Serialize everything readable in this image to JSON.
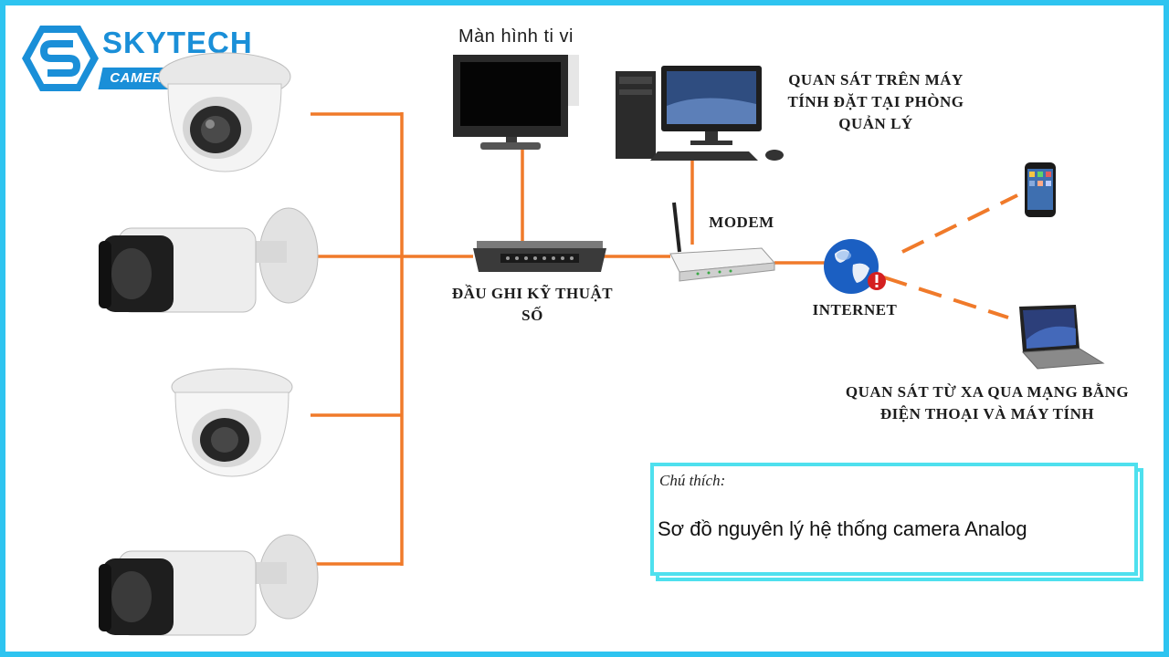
{
  "brand": {
    "name": "SKYTECH",
    "suffix": "KY",
    "website": "CAMERA24H.NET.VN"
  },
  "labels": {
    "tv": "Màn hình ti vi",
    "computer": [
      "QUAN SÁT TRÊN MÁY",
      "TÍNH ĐẶT TẠI PHÒNG",
      "QUẢN LÝ"
    ],
    "modem": "MODEM",
    "dvr": [
      "ĐẦU GHI KỸ THUẬT",
      "SỐ"
    ],
    "internet": "INTERNET",
    "remote": [
      "QUAN SÁT TỪ XA QUA MẠNG BẰNG",
      "ĐIỆN THOẠI VÀ MÁY TÍNH"
    ]
  },
  "legend": {
    "caption": "Chú thích:",
    "title": "Sơ đồ nguyên lý hệ thống camera Analog"
  },
  "colors": {
    "border": "#2ec4f0",
    "wire": "#f07a2a",
    "brand": "#1a8fd8",
    "legend_border": "#4ee0ee"
  },
  "icons": [
    "dome-camera-icon",
    "bullet-camera-icon",
    "tv-icon",
    "desktop-computer-icon",
    "dvr-icon",
    "modem-router-icon",
    "globe-icon",
    "smartphone-icon",
    "laptop-icon"
  ]
}
